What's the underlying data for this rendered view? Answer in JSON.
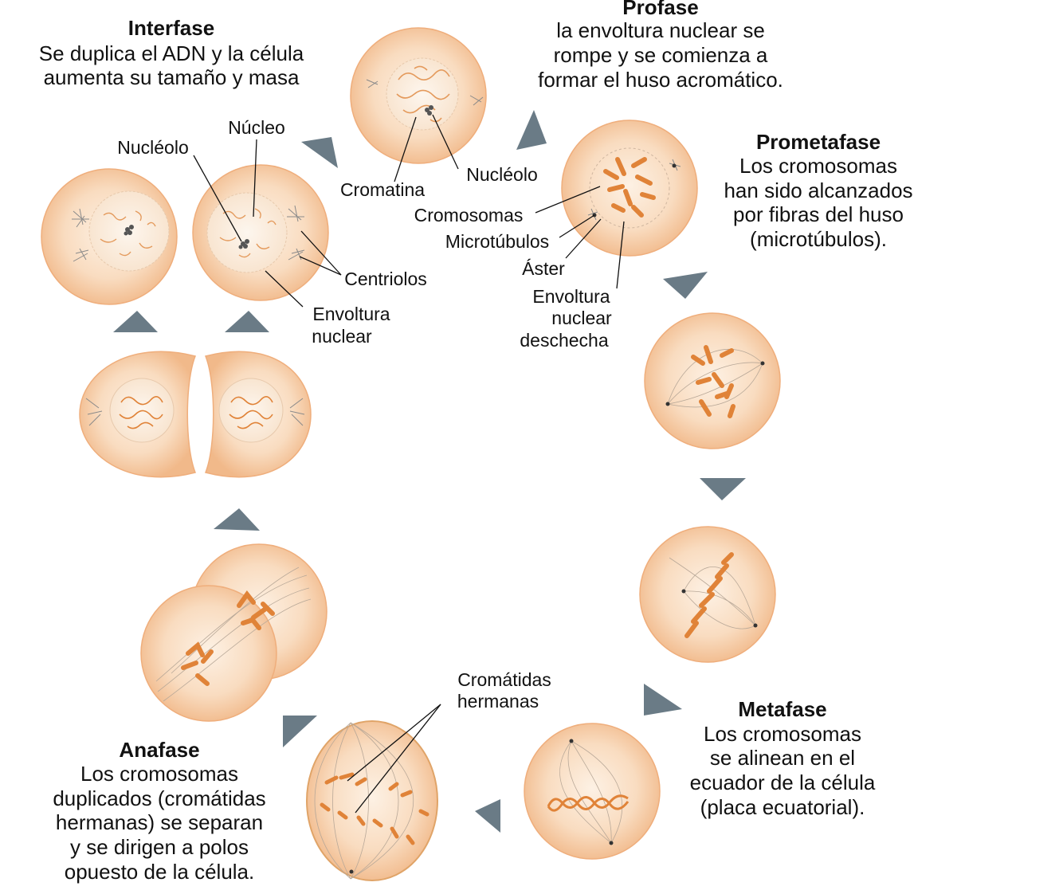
{
  "colors": {
    "cell_fill": "#f9ddc0",
    "cell_edge": "#efae7c",
    "nucleus_fill": "#fbefe2",
    "chromosome": "#e08338",
    "arrow": "#6a7b86",
    "line": "#111111"
  },
  "stages": {
    "interfase": {
      "title": "Interfase",
      "lines": [
        "Se duplica el ADN y la célula",
        "aumenta su tamaño y masa"
      ]
    },
    "profase": {
      "title": "Profase",
      "lines": [
        "la envoltura nuclear se",
        "rompe y se comienza a",
        "formar el huso acromático."
      ]
    },
    "prometafase": {
      "title": "Prometafase",
      "lines": [
        "Los cromosomas",
        "han sido alcanzados",
        "por fibras del huso",
        "(microtúbulos)."
      ]
    },
    "metafase": {
      "title": "Metafase",
      "lines": [
        "Los cromosomas",
        "se alinean en el",
        "ecuador de la célula",
        "(placa ecuatorial)."
      ]
    },
    "anafase": {
      "title": "Anafase",
      "lines": [
        "Los cromosomas",
        "duplicados (cromátidas",
        "hermanas) se separan",
        "y se dirigen a polos",
        "opuesto de la célula."
      ]
    }
  },
  "labels": {
    "nucleolo_interfase": "Nucléolo",
    "nucleo": "Núcleo",
    "centriolos": "Centriolos",
    "envoltura_nuclear": [
      "Envoltura",
      "nuclear"
    ],
    "cromatina": "Cromatina",
    "nucleolo_profase": "Nucléolo",
    "cromosomas": "Cromosomas",
    "microtubulos": "Microtúbulos",
    "aster": "Áster",
    "envoltura_deshecha": [
      "Envoltura",
      "nuclear",
      "deschecha"
    ],
    "cromatidas_hermanas": [
      "Cromátidas",
      "hermanas"
    ]
  }
}
